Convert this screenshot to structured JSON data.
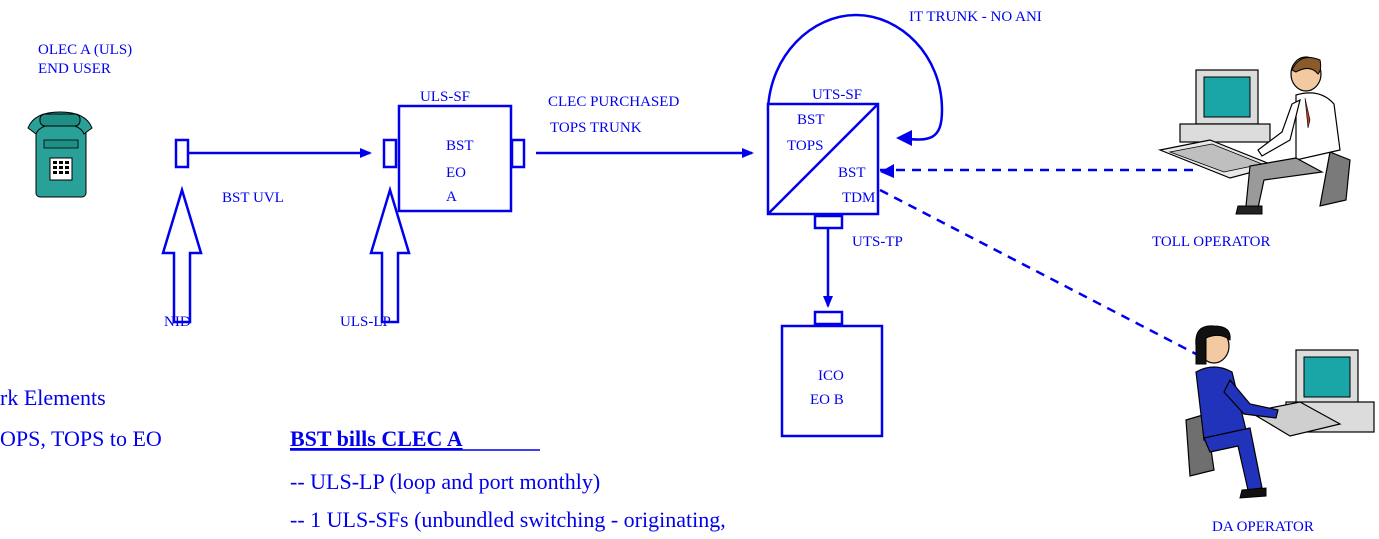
{
  "labels": {
    "olec_line1": "OLEC A (ULS)",
    "olec_line2": "END USER",
    "uls_sf": "ULS-SF",
    "clec_line1": "CLEC PURCHASED",
    "clec_line2": "TOPS TRUNK",
    "it_trunk": "IT TRUNK - NO ANI",
    "uts_sf": "UTS-SF",
    "bst_uvl": "BST UVL",
    "nid": "NID",
    "uls_lp": "ULS-LP",
    "uts_tp": "UTS-TP",
    "toll_operator": "TOLL OPERATOR",
    "da_operator": "DA OPERATOR"
  },
  "boxes": {
    "bst_eo": [
      "BST",
      "EO",
      "A"
    ],
    "tops_upper": [
      "BST",
      "TOPS"
    ],
    "tops_lower": [
      "BST",
      "TDM"
    ],
    "ico": [
      "ICO",
      "EO B"
    ]
  },
  "left_cutoff": {
    "line1": "rk Elements",
    "line2": "OPS, TOPS to EO"
  },
  "billing": {
    "title": "BST bills CLEC A",
    "items": [
      "-- ULS-LP (loop and port monthly)",
      "-- 1 ULS-SFs (unbundled switching -  originating,"
    ]
  },
  "colors": {
    "line": "#0000ee",
    "phone_body": "#2aa198",
    "monitor_screen": "#1aa6a6",
    "shirt": "#ffffff",
    "da_dress": "#2233bb"
  },
  "icons": [
    "telephone-icon",
    "toll-operator-figure",
    "da-operator-figure"
  ]
}
